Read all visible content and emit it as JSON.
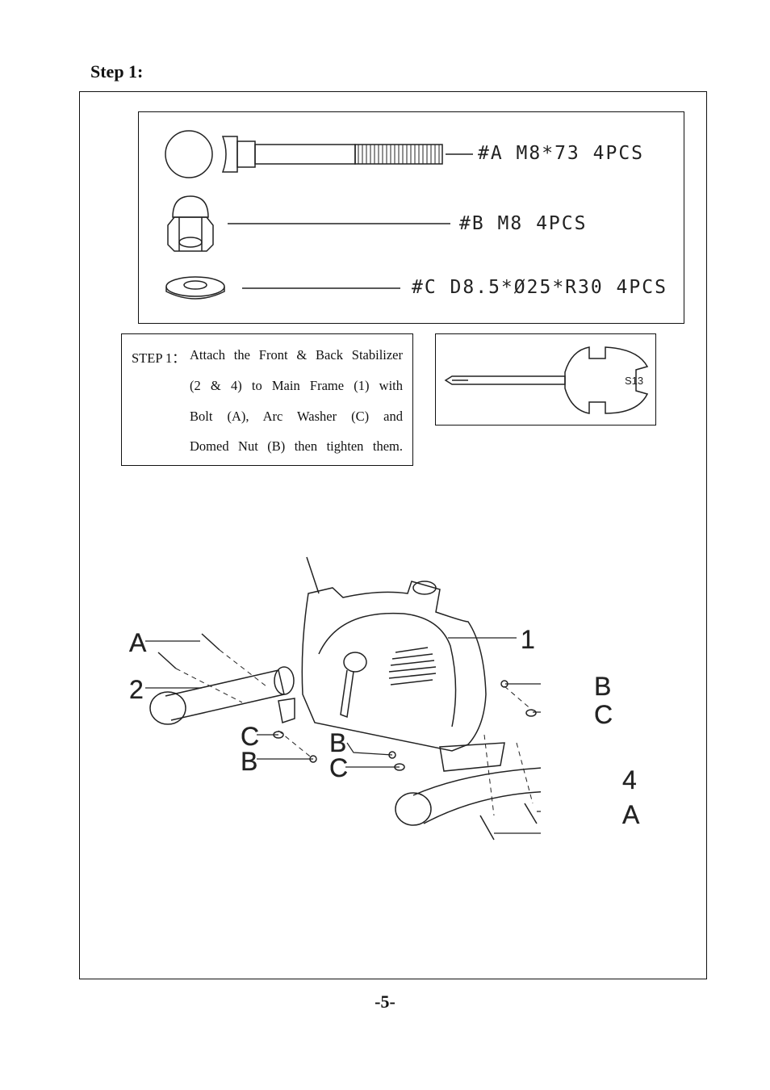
{
  "heading": "Step 1:",
  "parts": [
    {
      "label": "#A M8*73 4PCS"
    },
    {
      "label": "#B M8 4PCS"
    },
    {
      "label": "#C D8.5*Ø25*R30 4PCS"
    }
  ],
  "instruction": {
    "prefix": "STEP 1：",
    "lines": [
      "Attach the Front & Back Stabilizer",
      "(2 & 4) to Main Frame (1) with",
      "Bolt (A), Arc Washer (C) and",
      "Domed Nut (B) then tighten them."
    ]
  },
  "tool": {
    "label": "S13"
  },
  "callouts": {
    "part_1": "1",
    "part_2": "2",
    "part_4": "4",
    "bolt_left": "A",
    "bolt_right": "A",
    "nut_right": "B",
    "washer_right": "C",
    "washer_left": "C",
    "nut_left": "B",
    "nut_center": "B",
    "washer_center": "C"
  },
  "page_number": "-5-"
}
